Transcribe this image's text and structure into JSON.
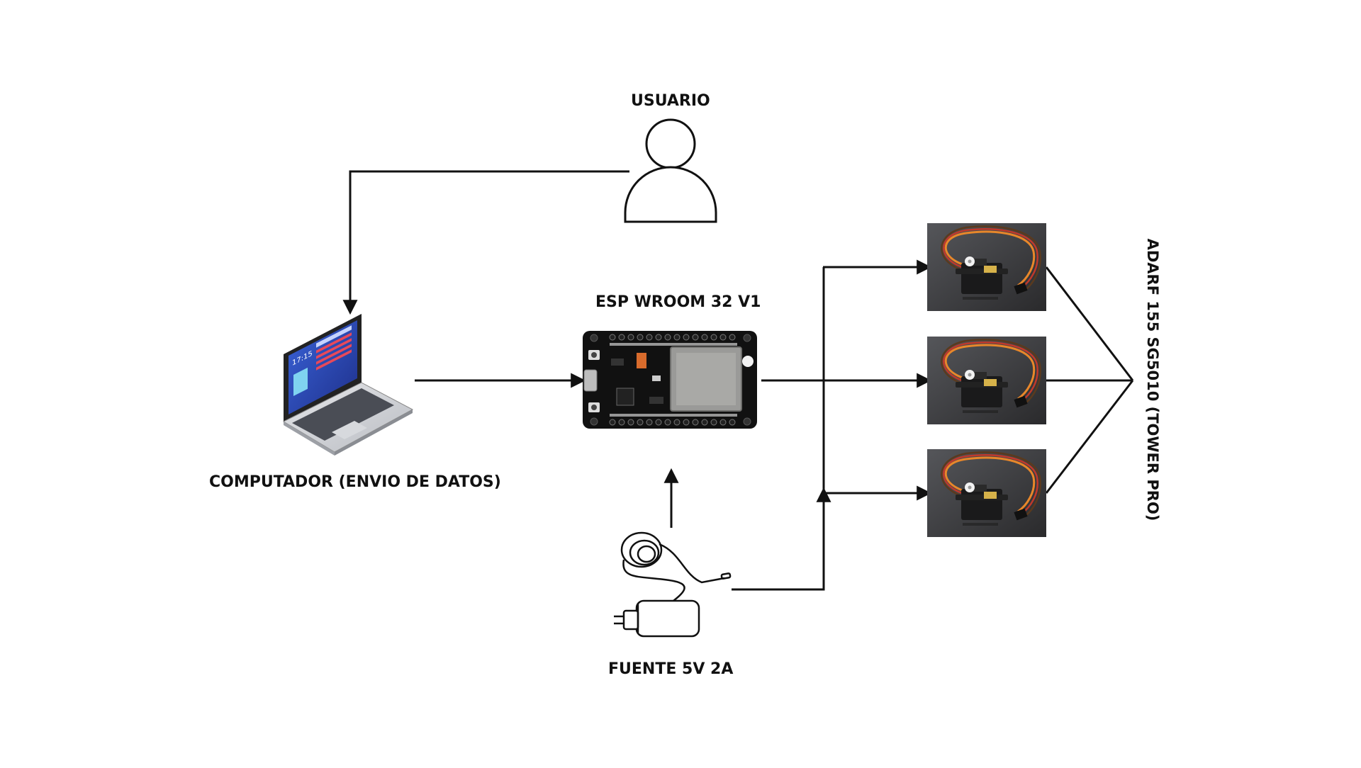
{
  "labels": {
    "user": "USUARIO",
    "computer": "COMPUTADOR (ENVIO DE DATOS)",
    "esp": "ESP WROOM 32 V1",
    "power": "FUENTE 5V 2A",
    "servos": "ADARF 155 SG5010 (TOWER PRO)"
  },
  "nodes": [
    {
      "id": "user",
      "icon": "user-icon"
    },
    {
      "id": "computer",
      "icon": "laptop-icon"
    },
    {
      "id": "esp",
      "icon": "esp32-board-icon"
    },
    {
      "id": "power",
      "icon": "power-adapter-icon"
    },
    {
      "id": "servo-1",
      "icon": "servo-motor-icon"
    },
    {
      "id": "servo-2",
      "icon": "servo-motor-icon"
    },
    {
      "id": "servo-3",
      "icon": "servo-motor-icon"
    }
  ],
  "edges": [
    {
      "from": "user",
      "to": "computer"
    },
    {
      "from": "computer",
      "to": "esp"
    },
    {
      "from": "power",
      "to": "esp"
    },
    {
      "from": "esp",
      "to": "servo-1"
    },
    {
      "from": "esp",
      "to": "servo-2"
    },
    {
      "from": "esp",
      "to": "servo-3"
    },
    {
      "from": "power",
      "to": "servo-1"
    },
    {
      "from": "power",
      "to": "servo-2"
    },
    {
      "from": "power",
      "to": "servo-3"
    }
  ],
  "colors": {
    "line": "#111111",
    "board": "#111111",
    "chip": "#9a9a98",
    "servo_bg": "#3e3e40",
    "wire_orange": "#e8872a",
    "wire_red": "#c0392b",
    "wire_brown": "#5a3a1e",
    "laptop_screen": "#2e4fc4"
  }
}
